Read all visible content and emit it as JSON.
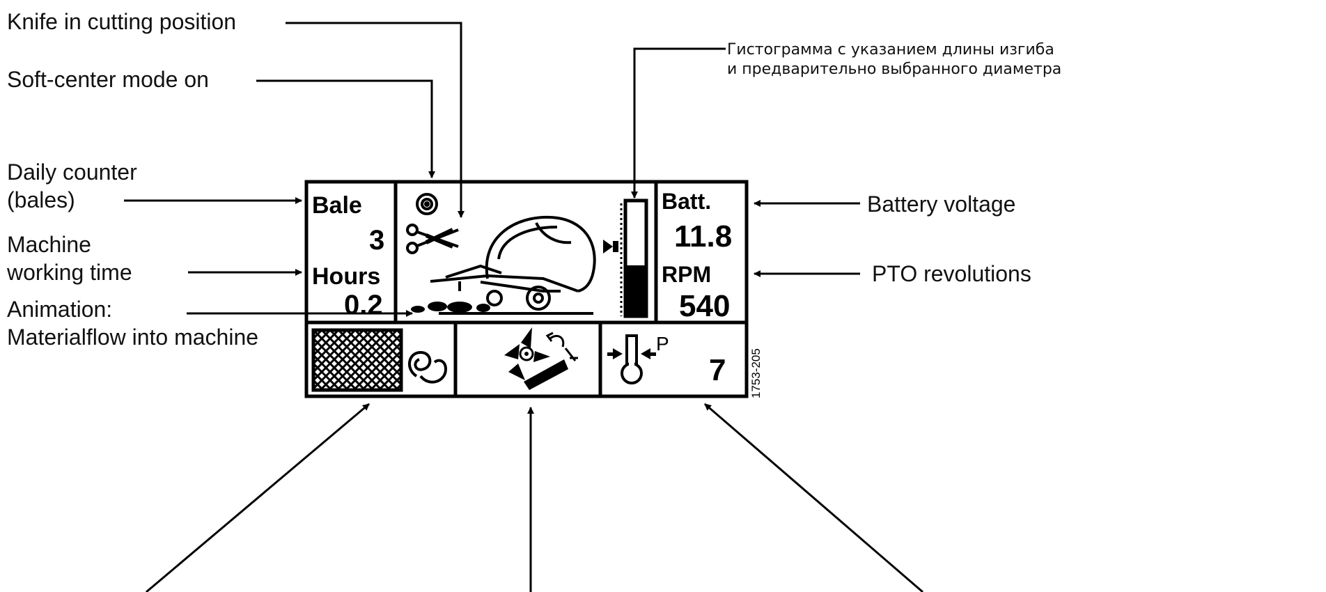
{
  "callouts": {
    "knife": "Knife in cutting position",
    "soft_center": "Soft-center mode on",
    "daily_counter_1": "Daily counter",
    "daily_counter_2": "(bales)",
    "machine_time_1": "Machine",
    "machine_time_2": "working time",
    "animation_1": "Animation:",
    "animation_2": "Materialflow into machine",
    "battery": "Battery voltage",
    "pto": "PTO revolutions",
    "bargraph_1": "Гистограмма с указанием длины изгиба",
    "bargraph_2": "и предварительно выбранного диаметра"
  },
  "display": {
    "bale_label": "Bale",
    "bale_value": "3",
    "hours_label": "Hours",
    "hours_value": "0.2",
    "batt_label": "Batt.",
    "batt_value": "11.8",
    "rpm_label": "RPM",
    "rpm_value": "540",
    "pressure_label": "P",
    "pressure_value": "7",
    "bar_fill_fraction": 0.44
  },
  "figure_code": "1753-205",
  "icons": [
    "soft-center-icon",
    "knife-icon",
    "baler-machine-icon",
    "net-wrap-icon",
    "net-roll-icon",
    "rotor-icon",
    "pressure-icon",
    "diameter-bargraph"
  ]
}
